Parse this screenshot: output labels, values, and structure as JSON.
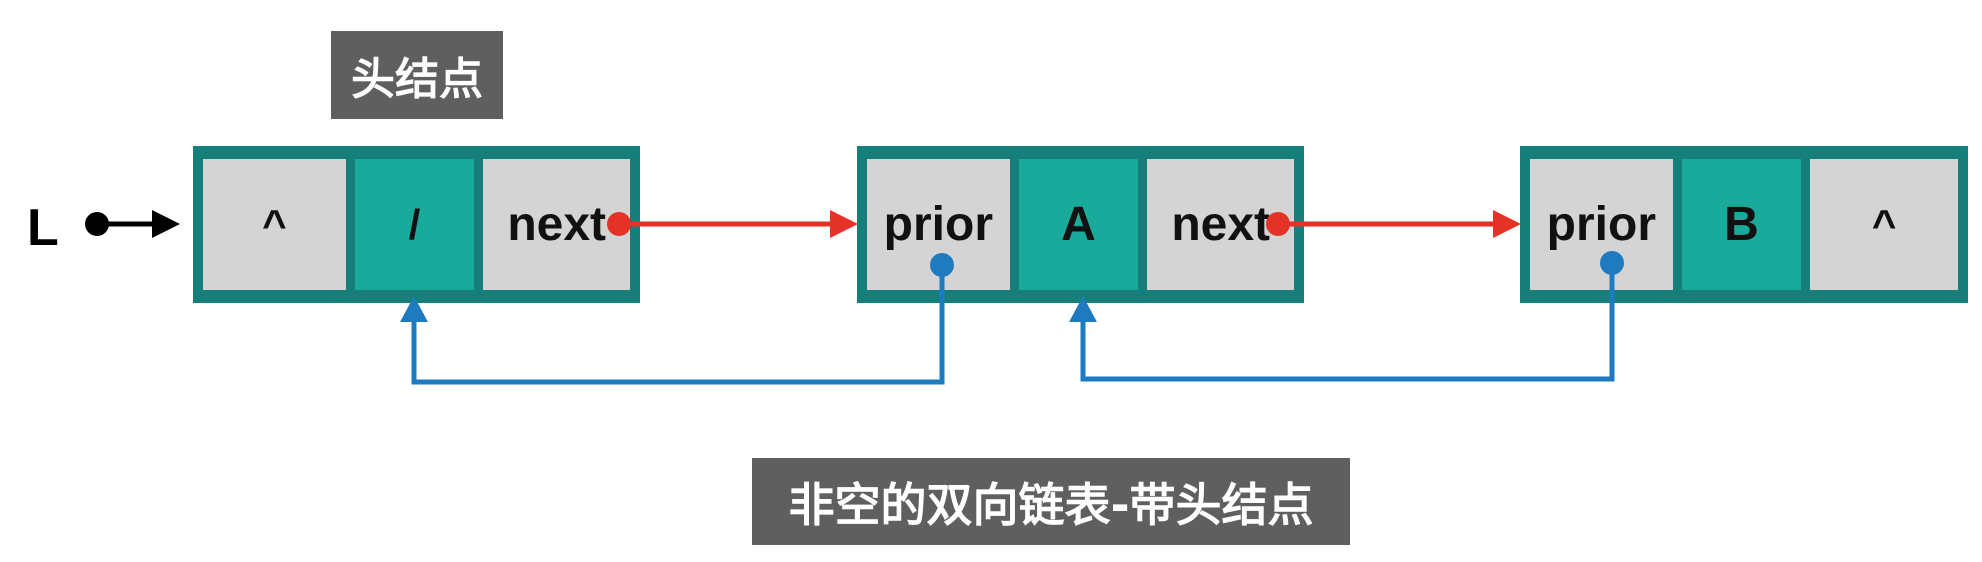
{
  "head_label": "头结点",
  "caption": "非空的双向链表-带头结点",
  "pointer_label": "L",
  "nodes": {
    "head": {
      "prior": "^",
      "data": "/",
      "next": "next"
    },
    "a": {
      "prior": "prior",
      "data": "A",
      "next": "next"
    },
    "b": {
      "prior": "prior",
      "data": "B",
      "next": "^"
    }
  },
  "colors": {
    "node_border": "#167f7a",
    "data_cell": "#1aaa9b",
    "pointer_cell": "#d4d4d4",
    "next_arrow": "#e53227",
    "prior_arrow": "#1f7bbf",
    "label_bg": "#5f5f5f"
  }
}
